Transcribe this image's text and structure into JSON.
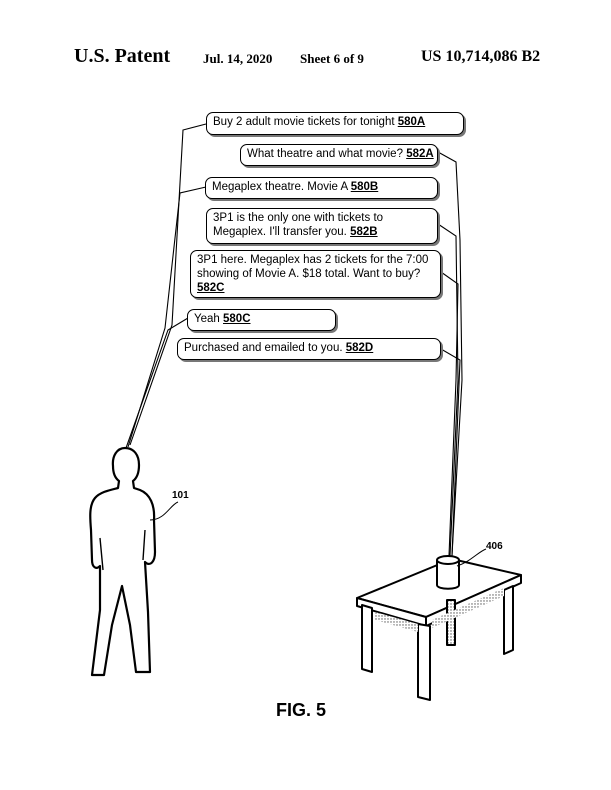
{
  "header": {
    "patent": "U.S. Patent",
    "date": "Jul. 14, 2020",
    "sheet": "Sheet 6 of 9",
    "number": "US 10,714,086 B2"
  },
  "dialog": [
    {
      "text": "Buy 2 adult movie tickets for tonight",
      "ref": "580A"
    },
    {
      "text": "What theatre and what movie?",
      "ref": "582A"
    },
    {
      "text": "Megaplex theatre.  Movie A",
      "ref": "580B"
    },
    {
      "line1": "3P1 is the only one with tickets to",
      "line2": "Megaplex. I'll transfer you.",
      "ref": "582B"
    },
    {
      "line1": "3P1 here. Megaplex has 2 tickets for the 7:00",
      "line2": "showing of Movie A.  $18 total.  Want to buy?",
      "ref": "582C"
    },
    {
      "text": "Yeah",
      "ref": "580C"
    },
    {
      "text": "Purchased and emailed to you.",
      "ref": "582D"
    }
  ],
  "labels": {
    "user": "101",
    "device": "406"
  },
  "figure": "FIG. 5"
}
